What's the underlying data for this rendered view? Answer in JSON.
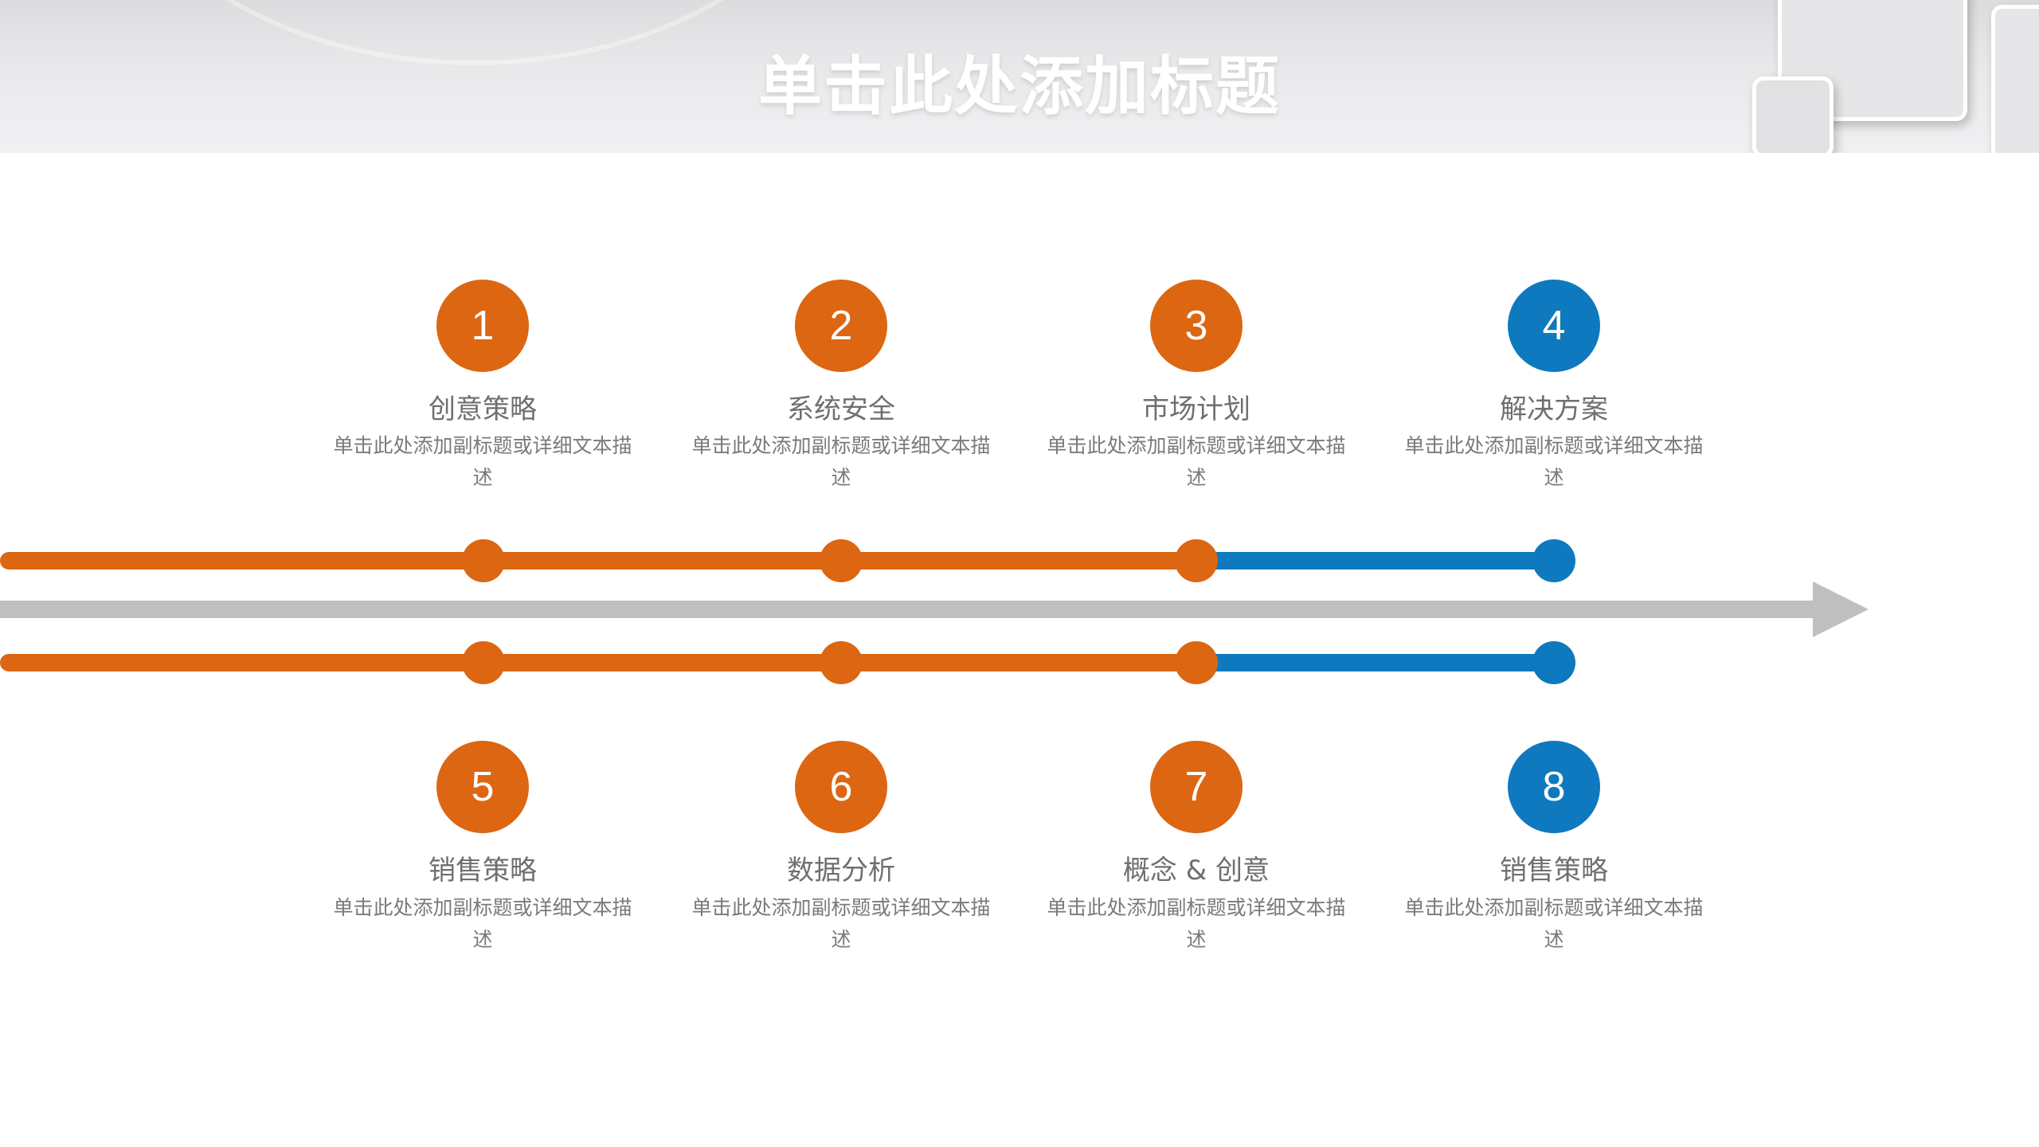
{
  "slide": {
    "title": "单击此处添加标题"
  },
  "colors": {
    "orange": "#dc6612",
    "blue": "#0e79be",
    "gray_arrow": "#bfbfbf"
  },
  "steps": [
    {
      "number": "1",
      "title": "创意策略",
      "description": "单击此处添加副标题或详细文本描述",
      "color": "orange"
    },
    {
      "number": "2",
      "title": "系统安全",
      "description": "单击此处添加副标题或详细文本描述",
      "color": "orange"
    },
    {
      "number": "3",
      "title": "市场计划",
      "description": "单击此处添加副标题或详细文本描述",
      "color": "orange"
    },
    {
      "number": "4",
      "title": "解决方案",
      "description": "单击此处添加副标题或详细文本描述",
      "color": "blue"
    },
    {
      "number": "5",
      "title": "销售策略",
      "description": "单击此处添加副标题或详细文本描述",
      "color": "orange"
    },
    {
      "number": "6",
      "title": "数据分析",
      "description": "单击此处添加副标题或详细文本描述",
      "color": "orange"
    },
    {
      "number": "7",
      "title": "概念 & 创意",
      "description": "单击此处添加副标题或详细文本描述",
      "color": "orange"
    },
    {
      "number": "8",
      "title": "销售策略",
      "description": "单击此处添加副标题或详细文本描述",
      "color": "blue"
    }
  ]
}
